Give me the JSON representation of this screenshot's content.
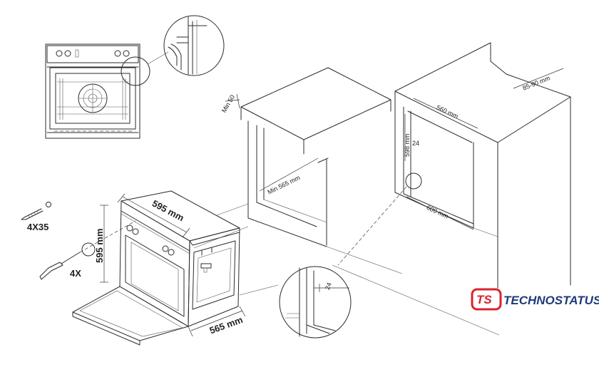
{
  "diagram": {
    "dims": {
      "oven_width": "595 mm",
      "oven_height": "595 mm",
      "oven_depth": "565 mm",
      "screw_size": "4X35",
      "screw_count": "4X",
      "min_gap_top": "Min 50",
      "min_depth": "Min 565 mm",
      "niche_width": "560 mm",
      "niche_height": "598 mm",
      "niche_side": "24",
      "niche_depth": "600 mm",
      "column_gap": "85-90 mm",
      "detail_gap": "24"
    }
  },
  "brand": {
    "logo_mark": "TS",
    "name": "TECHNOSTATUS",
    "color": "#d9232e"
  }
}
